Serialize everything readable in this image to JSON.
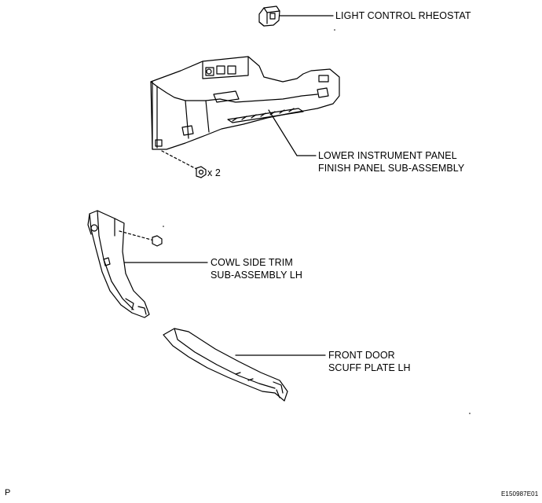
{
  "labels": {
    "rheostat": "LIGHT CONTROL RHEOSTAT",
    "panel_line1": "LOWER INSTRUMENT PANEL",
    "panel_line2": "FINISH PANEL SUB-ASSEMBLY",
    "screw_qty": "x 2",
    "cowl_line1": "COWL SIDE TRIM",
    "cowl_line2": "SUB-ASSEMBLY LH",
    "scuff_line1": "FRONT DOOR",
    "scuff_line2": "SCUFF PLATE LH",
    "view_marker": "P",
    "figure_id": "E150987E01"
  }
}
